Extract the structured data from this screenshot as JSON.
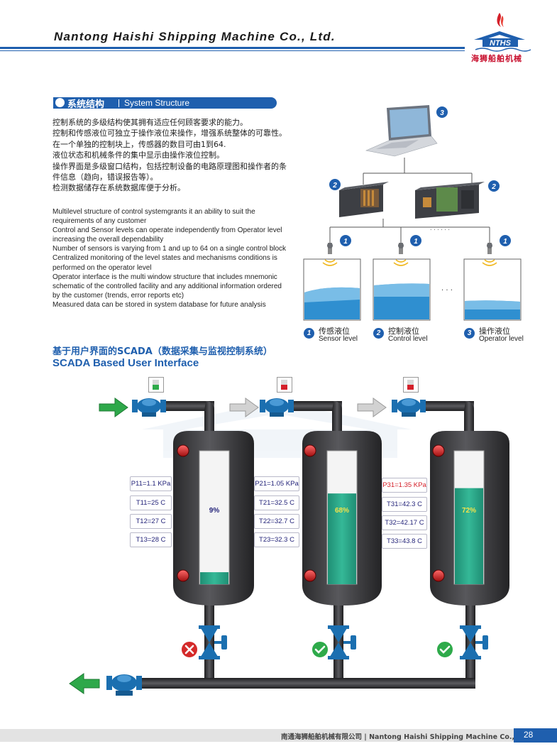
{
  "header": {
    "company": "Nantong Haishi Shipping Machine Co., Ltd.",
    "logo_text": "海狮船舶机械",
    "logo_letters": "NTHS"
  },
  "section": {
    "title_cn": "系统结构",
    "title_en": "System Structure"
  },
  "cn_lines": [
    "控制系统的多级结构使其拥有适应任何顾客要求的能力。",
    "控制和传感液位可独立于操作液位来操作，增强系统整体的可靠性。",
    "在一个单独的控制块上，传感器的数目可由1到64.",
    "液位状态和机械条件的集中显示由操作液位控制。",
    "操作界面是多级窗口结构，包括控制设备的电路原理图和操作者的条",
    "件信息（趋向，错误报告等）。",
    "检测数据储存在系统数据库便于分析。"
  ],
  "en_lines": [
    "Multilevel structure of control systemgrants it an ability to suit the",
    "requirements of any customer",
    "Control and Sensor levels can operate independently from Operator level",
    "increasing the overall dependability",
    "Number of sensors is varying from 1 and up to 64 on a single control block",
    "Centralized monitoring of the level states and mechanisms conditions is",
    "performed on the operator level",
    "Operator interface is the multi window structure that includes mnemonic",
    "schematic of the controlled facility and any additional information ordered",
    "by the customer (trends, error reports etc)",
    "Measured data can be stored in system database for future analysis"
  ],
  "diagram": {
    "callouts": {
      "operator": "3",
      "control": "2",
      "sensor": "1"
    },
    "ellipsis_top": ". . . . . .",
    "ellipsis_tanks": "· · ·",
    "legend": [
      {
        "num": "1",
        "cn": "传感液位",
        "en": "Sensor level"
      },
      {
        "num": "2",
        "cn": "控制液位",
        "en": "Control level"
      },
      {
        "num": "3",
        "cn": "操作液位",
        "en": "Operator level"
      }
    ]
  },
  "scada": {
    "title_cn": "基于用户界面的SCADA（数据采集与监视控制系统）",
    "title_en": "SCADA Based User Interface",
    "tanks": [
      {
        "pressure": "P11=1.1 KPa",
        "temps": [
          "T11=25 C",
          "T12=27 C",
          "T13=28 C"
        ],
        "percent": "9%",
        "level": 0.09,
        "pressure_alarm": false,
        "valve_ok": false,
        "switch_on": true
      },
      {
        "pressure": "P21=1.05 KPa",
        "temps": [
          "T21=32.5 C",
          "T22=32.7 C",
          "T23=32.3 C"
        ],
        "percent": "68%",
        "level": 0.68,
        "pressure_alarm": false,
        "valve_ok": true,
        "switch_on": false
      },
      {
        "pressure": "P31=1.35 KPa",
        "temps": [
          "T31=42.3 C",
          "T32=42.17 C",
          "T33=43.8 C"
        ],
        "percent": "72%",
        "level": 0.72,
        "pressure_alarm": true,
        "valve_ok": true,
        "switch_on": false
      }
    ],
    "colors": {
      "inlet_arrow": "#2ea84a",
      "idle_arrow": "#c9c9c9",
      "liquid": "#2aa387",
      "pump": "#1b6fb0",
      "tank": "#3a3a3c",
      "ok": "#2eaa4a",
      "fault": "#d42a2a"
    }
  },
  "footer": {
    "text": "南通海狮船舶机械有限公司 | Nantong Haishi Shipping Machine Co., Ltd.",
    "page": "28"
  }
}
